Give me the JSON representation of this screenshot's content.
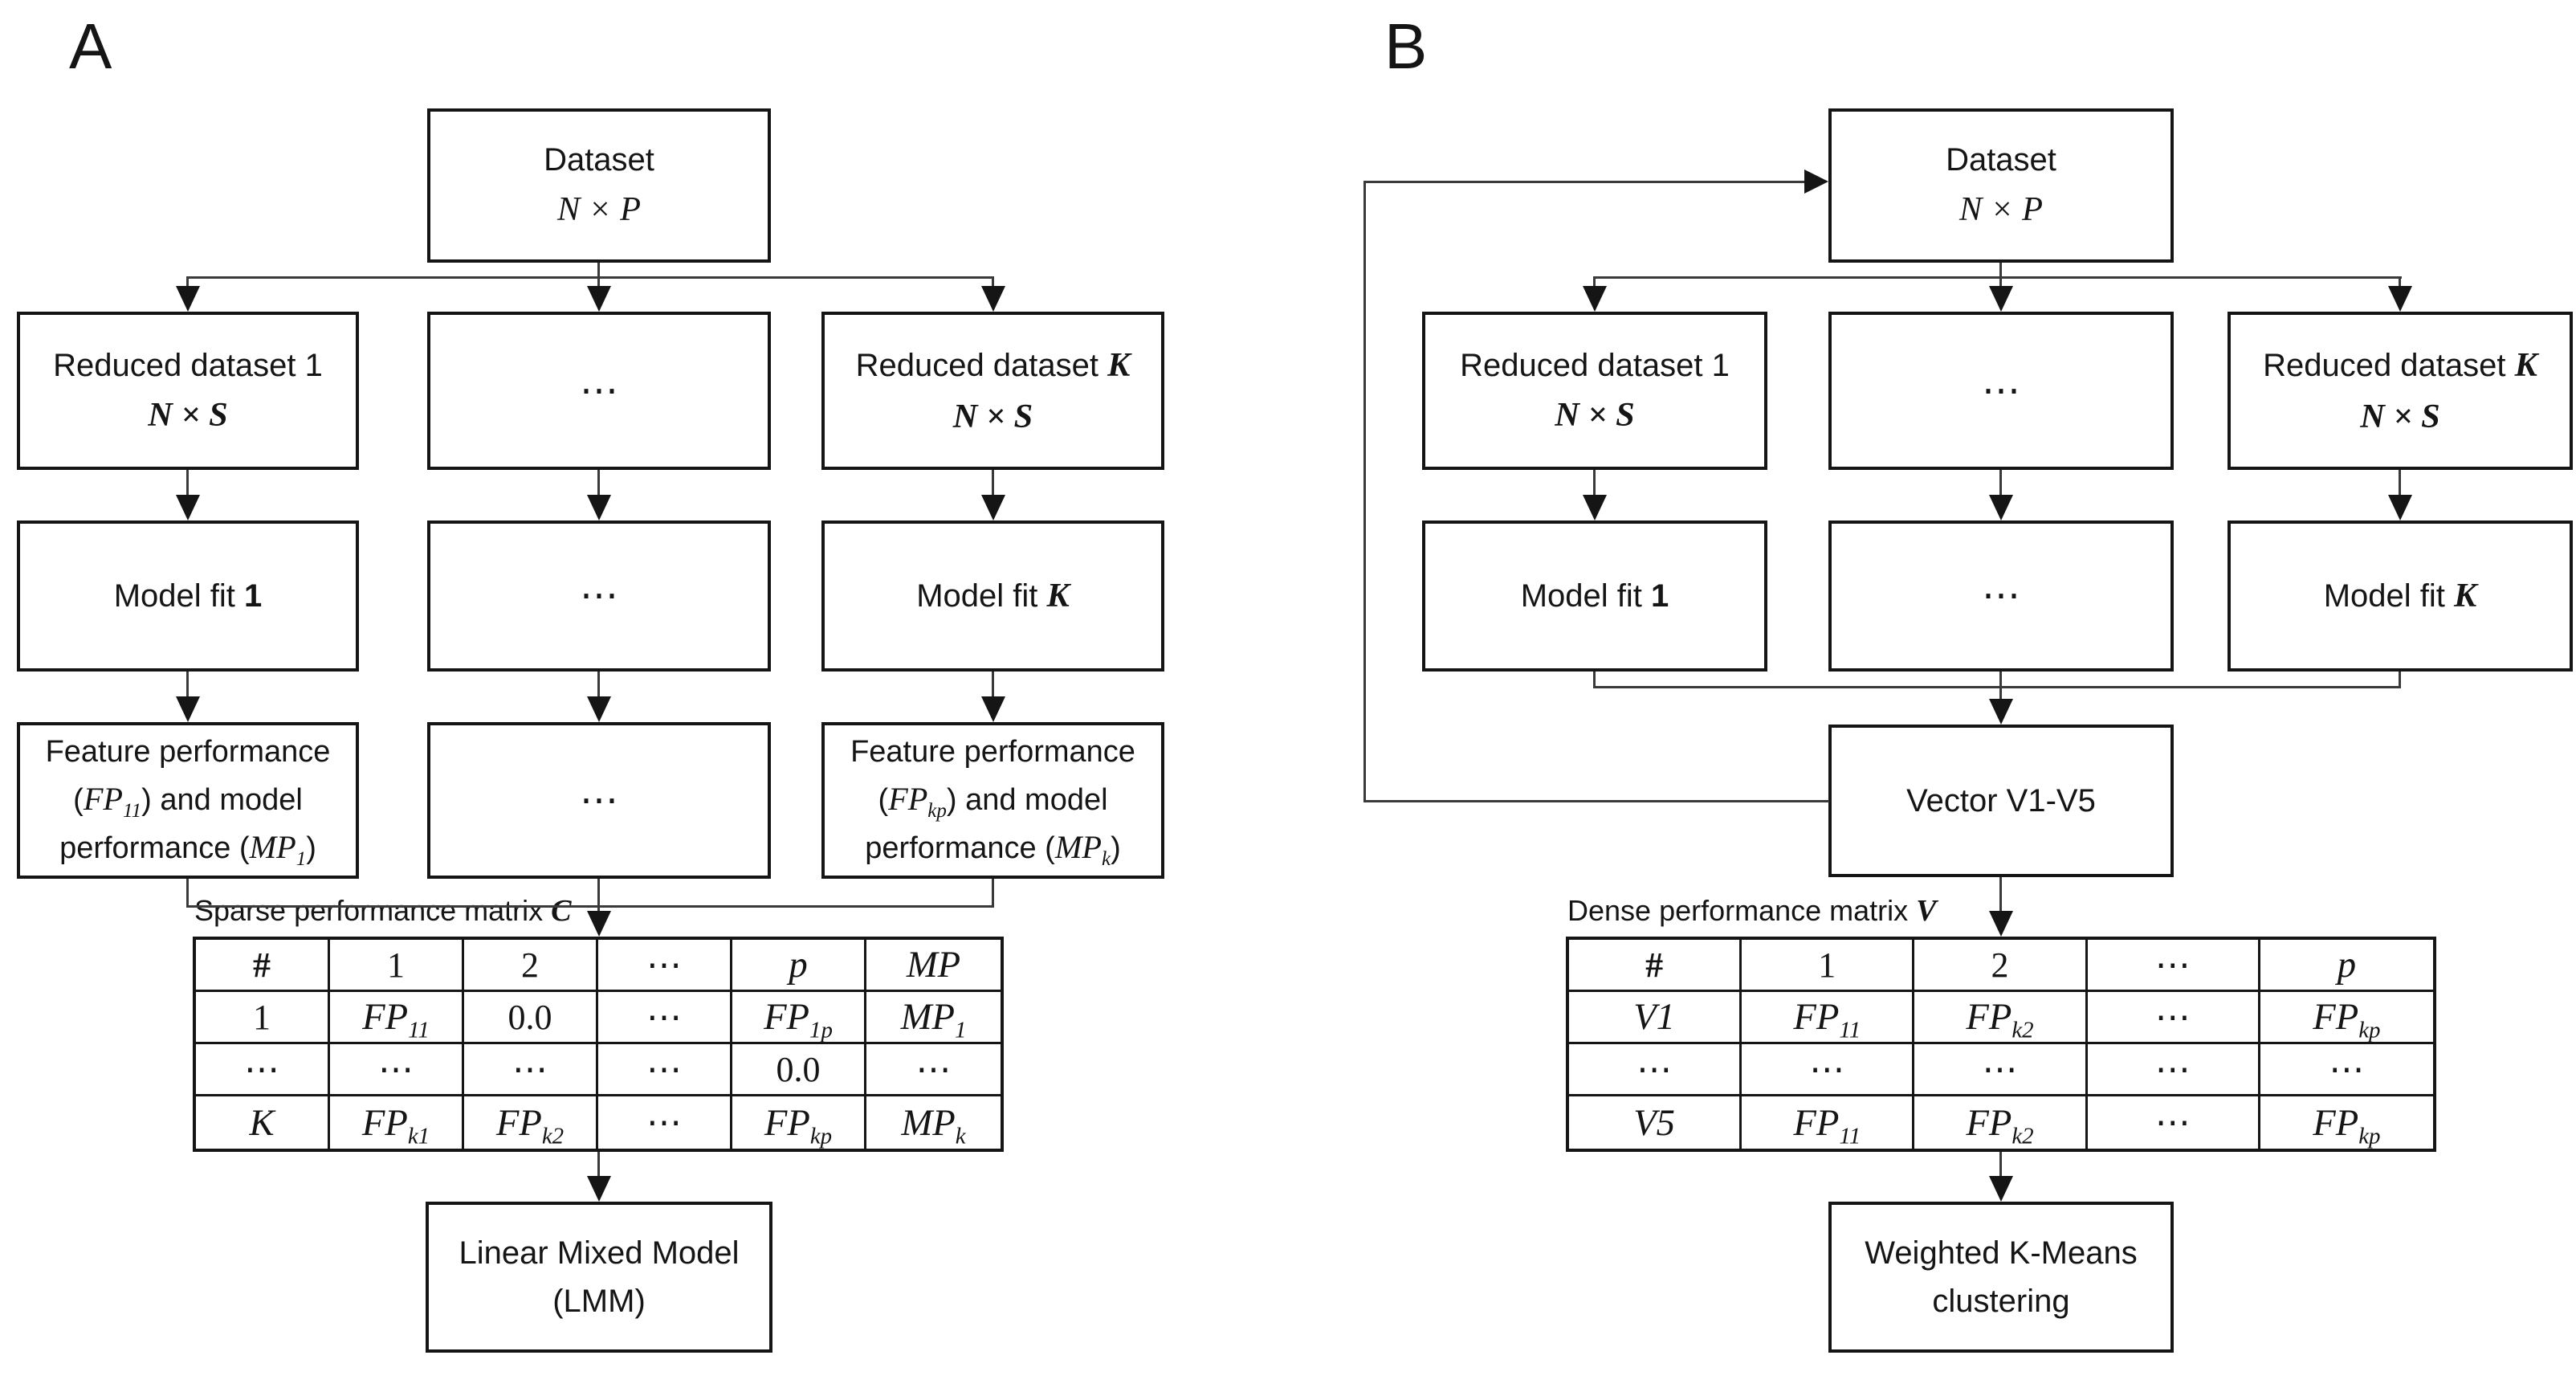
{
  "figure": {
    "panel_a_label": "A",
    "panel_b_label": "B"
  },
  "colors": {
    "background": "#ffffff",
    "ink": "#151515",
    "connector": "#3a3a3a"
  },
  "boxes": {
    "a_dataset": [
      [
        {
          "t": "Dataset"
        }
      ],
      [
        {
          "t": "N × P",
          "i": 1
        }
      ]
    ],
    "a_reduced1": [
      [
        {
          "t": "Reduced dataset 1"
        }
      ],
      [
        {
          "t": "N × S",
          "bi": 1
        }
      ]
    ],
    "a_dots1": [
      [
        {
          "t": "⋯"
        }
      ]
    ],
    "a_reducedK": [
      [
        {
          "t": "Reduced dataset "
        },
        {
          "t": "K",
          "bi": 1
        }
      ],
      [
        {
          "t": "N × S",
          "bi": 1
        }
      ]
    ],
    "a_modelfit1": [
      [
        {
          "t": "Model fit "
        },
        {
          "t": "1",
          "b": 1
        }
      ]
    ],
    "a_dots2": [
      [
        {
          "t": "⋯"
        }
      ]
    ],
    "a_modelfitK": [
      [
        {
          "t": "Model fit "
        },
        {
          "t": "K",
          "bi": 1
        }
      ]
    ],
    "a_fp1": [
      [
        {
          "t": "Feature performance"
        }
      ],
      [
        {
          "t": "("
        },
        {
          "t": "FP",
          "i": 1,
          "s": "11"
        },
        {
          "t": ") and model"
        }
      ],
      [
        {
          "t": "performance ("
        },
        {
          "t": "MP",
          "i": 1,
          "s": "1"
        },
        {
          "t": ")"
        }
      ]
    ],
    "a_dots3": [
      [
        {
          "t": "⋯"
        }
      ]
    ],
    "a_fpK": [
      [
        {
          "t": "Feature performance"
        }
      ],
      [
        {
          "t": "("
        },
        {
          "t": "FP",
          "i": 1,
          "s": "kp"
        },
        {
          "t": ") and model"
        }
      ],
      [
        {
          "t": "performance ("
        },
        {
          "t": "MP",
          "i": 1,
          "s": "k"
        },
        {
          "t": ")"
        }
      ]
    ],
    "a_lmm": [
      [
        {
          "t": "Linear Mixed Model"
        }
      ],
      [
        {
          "t": "(LMM)"
        }
      ]
    ],
    "b_dataset": [
      [
        {
          "t": "Dataset"
        }
      ],
      [
        {
          "t": "N × P",
          "i": 1
        }
      ]
    ],
    "b_reduced1": [
      [
        {
          "t": "Reduced dataset 1"
        }
      ],
      [
        {
          "t": "N × S",
          "bi": 1
        }
      ]
    ],
    "b_dots1": [
      [
        {
          "t": "⋯"
        }
      ]
    ],
    "b_reducedK": [
      [
        {
          "t": "Reduced dataset "
        },
        {
          "t": "K",
          "bi": 1
        }
      ],
      [
        {
          "t": "N × S",
          "bi": 1
        }
      ]
    ],
    "b_modelfit1": [
      [
        {
          "t": "Model fit "
        },
        {
          "t": "1",
          "b": 1
        }
      ]
    ],
    "b_dots2": [
      [
        {
          "t": "⋯"
        }
      ]
    ],
    "b_modelfitK": [
      [
        {
          "t": "Model fit "
        },
        {
          "t": "K",
          "bi": 1
        }
      ]
    ],
    "b_vector": [
      [
        {
          "t": "Vector V1-V5"
        }
      ]
    ],
    "b_kmeans": [
      [
        {
          "t": "Weighted K-Means"
        }
      ],
      [
        {
          "t": "clustering"
        }
      ]
    ]
  },
  "table_captions": {
    "a": [
      {
        "t": "Sparse performance matrix "
      },
      {
        "t": "C",
        "bi": 1
      }
    ],
    "b": [
      {
        "t": "Dense performance matrix "
      },
      {
        "t": "V",
        "bi": 1
      }
    ]
  },
  "tables": {
    "a": {
      "rows": [
        [
          {
            "t": "#",
            "b": 1
          },
          {
            "t": "1"
          },
          {
            "t": "2"
          },
          {
            "t": "⋯"
          },
          {
            "t": "p",
            "i": 1
          },
          {
            "t": "MP",
            "i": 1
          }
        ],
        [
          {
            "t": "1"
          },
          {
            "t": "FP",
            "i": 1,
            "s": "11"
          },
          {
            "t": "0.0"
          },
          {
            "t": "⋯"
          },
          {
            "t": "FP",
            "i": 1,
            "s": "1p"
          },
          {
            "t": "MP",
            "i": 1,
            "s": "1"
          }
        ],
        [
          {
            "t": "⋯"
          },
          {
            "t": "⋯"
          },
          {
            "t": "⋯"
          },
          {
            "t": "⋯"
          },
          {
            "t": "0.0"
          },
          {
            "t": "⋯"
          }
        ],
        [
          {
            "t": "K",
            "i": 1
          },
          {
            "t": "FP",
            "i": 1,
            "s": "k1"
          },
          {
            "t": "FP",
            "i": 1,
            "s": "k2"
          },
          {
            "t": "⋯"
          },
          {
            "t": "FP",
            "i": 1,
            "s": "kp"
          },
          {
            "t": "MP",
            "i": 1,
            "s": "k"
          }
        ]
      ]
    },
    "b": {
      "rows": [
        [
          {
            "t": "#",
            "b": 1
          },
          {
            "t": "1"
          },
          {
            "t": "2"
          },
          {
            "t": "⋯"
          },
          {
            "t": "p",
            "i": 1
          }
        ],
        [
          {
            "t": "V1",
            "i": 1
          },
          {
            "t": "FP",
            "i": 1,
            "s": "11"
          },
          {
            "t": "FP",
            "i": 1,
            "s": "k2"
          },
          {
            "t": "⋯"
          },
          {
            "t": "FP",
            "i": 1,
            "s": "kp"
          }
        ],
        [
          {
            "t": "⋯"
          },
          {
            "t": "⋯"
          },
          {
            "t": "⋯"
          },
          {
            "t": "⋯"
          },
          {
            "t": "⋯"
          }
        ],
        [
          {
            "t": "V5",
            "i": 1
          },
          {
            "t": "FP",
            "i": 1,
            "s": "11"
          },
          {
            "t": "FP",
            "i": 1,
            "s": "k2"
          },
          {
            "t": "⋯"
          },
          {
            "t": "FP",
            "i": 1,
            "s": "kp"
          }
        ]
      ]
    }
  }
}
